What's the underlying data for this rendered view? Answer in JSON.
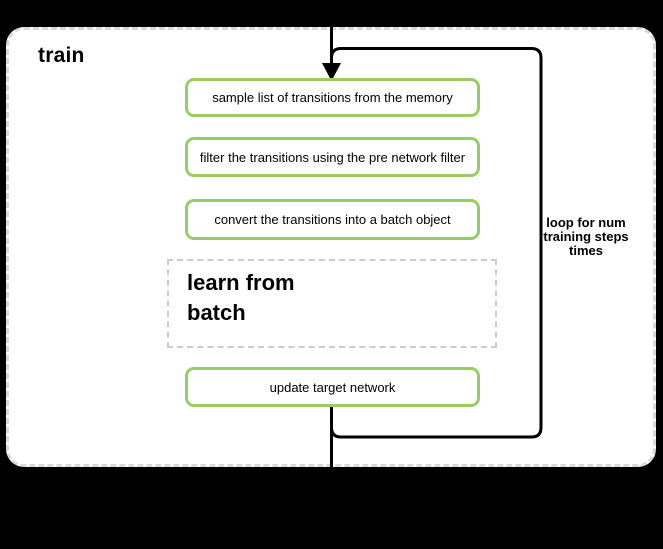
{
  "colors": {
    "background": "#000000",
    "panel_fill": "#ffffff",
    "panel_dash_border": "#d9d9d9",
    "subprocess_dash_border": "#cccccc",
    "step_border_green": "#9acc66",
    "flow_line": "#000000",
    "text": "#000000"
  },
  "diagram": {
    "title": "train",
    "steps": [
      "sample list of transitions from the memory",
      "filter the transitions using the pre network filter",
      "convert the transitions into a batch object"
    ],
    "subprocess": {
      "line1": "learn from",
      "line2": "batch"
    },
    "final_step": "update target network",
    "loop_label": {
      "line1": "loop for num",
      "line2": "training steps",
      "line3": "times"
    }
  }
}
